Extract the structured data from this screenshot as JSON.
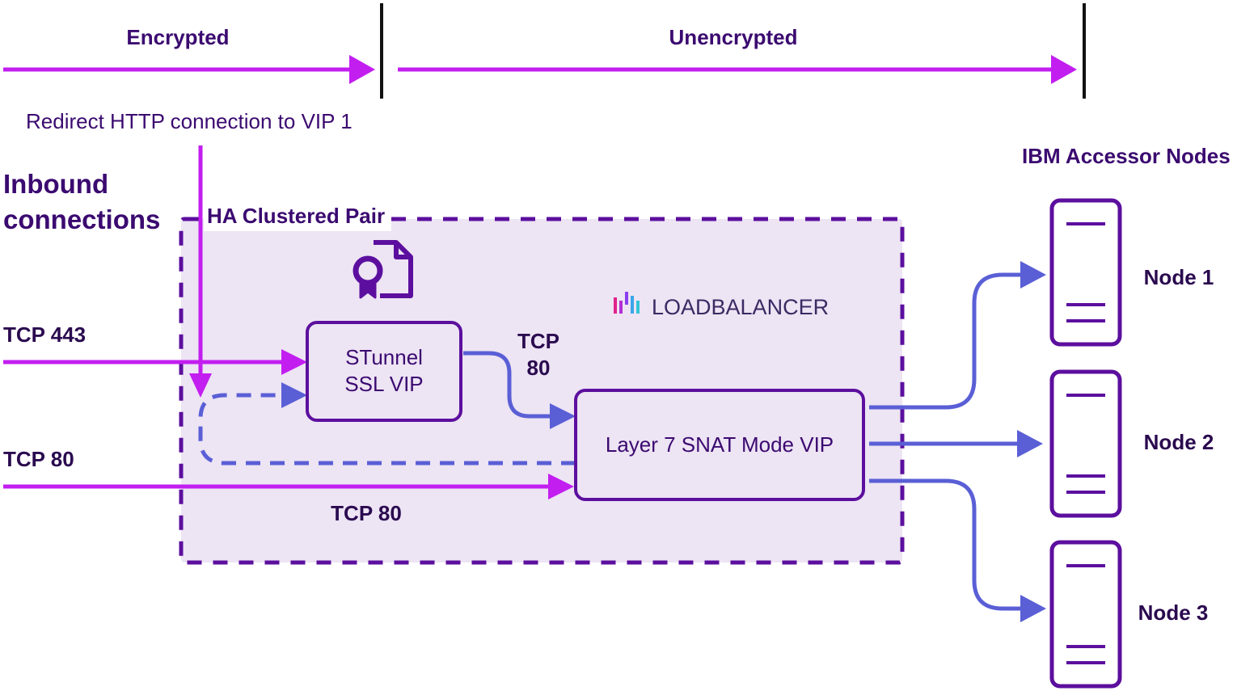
{
  "labels": {
    "encrypted": "Encrypted",
    "unencrypted": "Unencrypted",
    "redirect": "Redirect HTTP connection to VIP 1",
    "inbound_line1": "Inbound",
    "inbound_line2": "connections",
    "ha_pair": "HA Clustered Pair",
    "ibm_nodes": "IBM Accessor Nodes",
    "tcp443": "TCP 443",
    "tcp80_left": "TCP 80",
    "tcp80_bottom": "TCP 80",
    "tcp80_mid_line1": "TCP",
    "tcp80_mid_line2": "80"
  },
  "boxes": {
    "stunnel_line1": "STunnel",
    "stunnel_line2": "SSL VIP",
    "layer7": "Layer 7 SNAT Mode VIP"
  },
  "brand": {
    "name": "LOADBALANCER"
  },
  "nodes": [
    {
      "label": "Node 1"
    },
    {
      "label": "Node 2"
    },
    {
      "label": "Node 3"
    }
  ],
  "icons": {
    "certificate": "certificate-icon",
    "server": "server-icon",
    "logo": "loadbalancer-logo-icon"
  },
  "colors": {
    "magenta": "#c21ef0",
    "blue": "#5a5fd6",
    "purple": "#5c0f9e",
    "dark": "#3b0a70",
    "panel": "#ede4f4"
  }
}
